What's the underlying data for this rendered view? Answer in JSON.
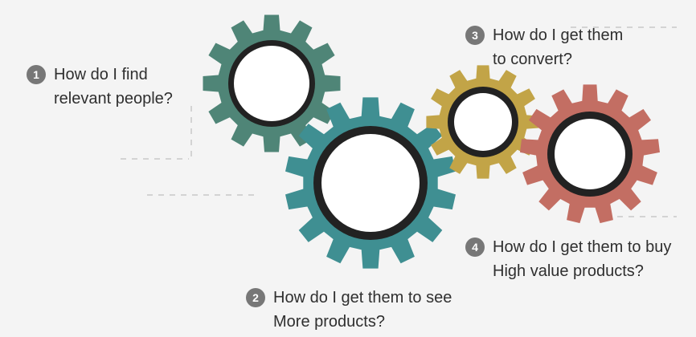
{
  "questions": [
    {
      "number": "1",
      "lines": [
        "How do I find",
        "relevant people?"
      ]
    },
    {
      "number": "2",
      "lines": [
        "How do I get them to see",
        "More products?"
      ]
    },
    {
      "number": "3",
      "lines": [
        "How do I get them",
        "to convert?"
      ]
    },
    {
      "number": "4",
      "lines": [
        "How do I get them to buy",
        "High value products?"
      ]
    }
  ],
  "colors": {
    "gear_1": "#4f8577",
    "gear_2": "#3f8f92",
    "gear_3": "#c2a447",
    "gear_4": "#c36e63",
    "ring": "#222222",
    "center": "#ffffff",
    "dash": "#d3d3d3"
  }
}
